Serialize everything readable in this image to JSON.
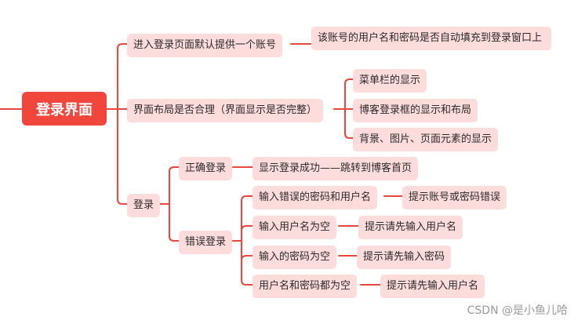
{
  "root": {
    "label": "登录界面"
  },
  "level1": [
    "进入登录页面默认提供一个账号",
    "界面布局是否合理（界面显示是否完整）",
    "登录"
  ],
  "account_detail": "该账号的用户名和密码是否自动填充到登录窗口上",
  "layout_children": [
    "菜单栏的显示",
    "博客登录框的显示和布局",
    "背景、图片、页面元素的显示"
  ],
  "login": {
    "correct": {
      "label": "正确登录",
      "result": "显示登录成功——跳转到博客首页"
    },
    "wrong": {
      "label": "错误登录",
      "cases": [
        {
          "case": "输入错误的密码和用户名",
          "result": "提示账号或密码错误"
        },
        {
          "case": "输入用户名为空",
          "result": "提示请先输入用户名"
        },
        {
          "case": "输入的密码为空",
          "result": "提示请先输入密码"
        },
        {
          "case": "用户名和密码都为空",
          "result": "提示请先输入用户名"
        }
      ]
    }
  },
  "watermark": "CSDN @是小鱼儿哈",
  "colors": {
    "root": "#f0463c",
    "node": "#fddcdb",
    "line": "#e8473c"
  }
}
